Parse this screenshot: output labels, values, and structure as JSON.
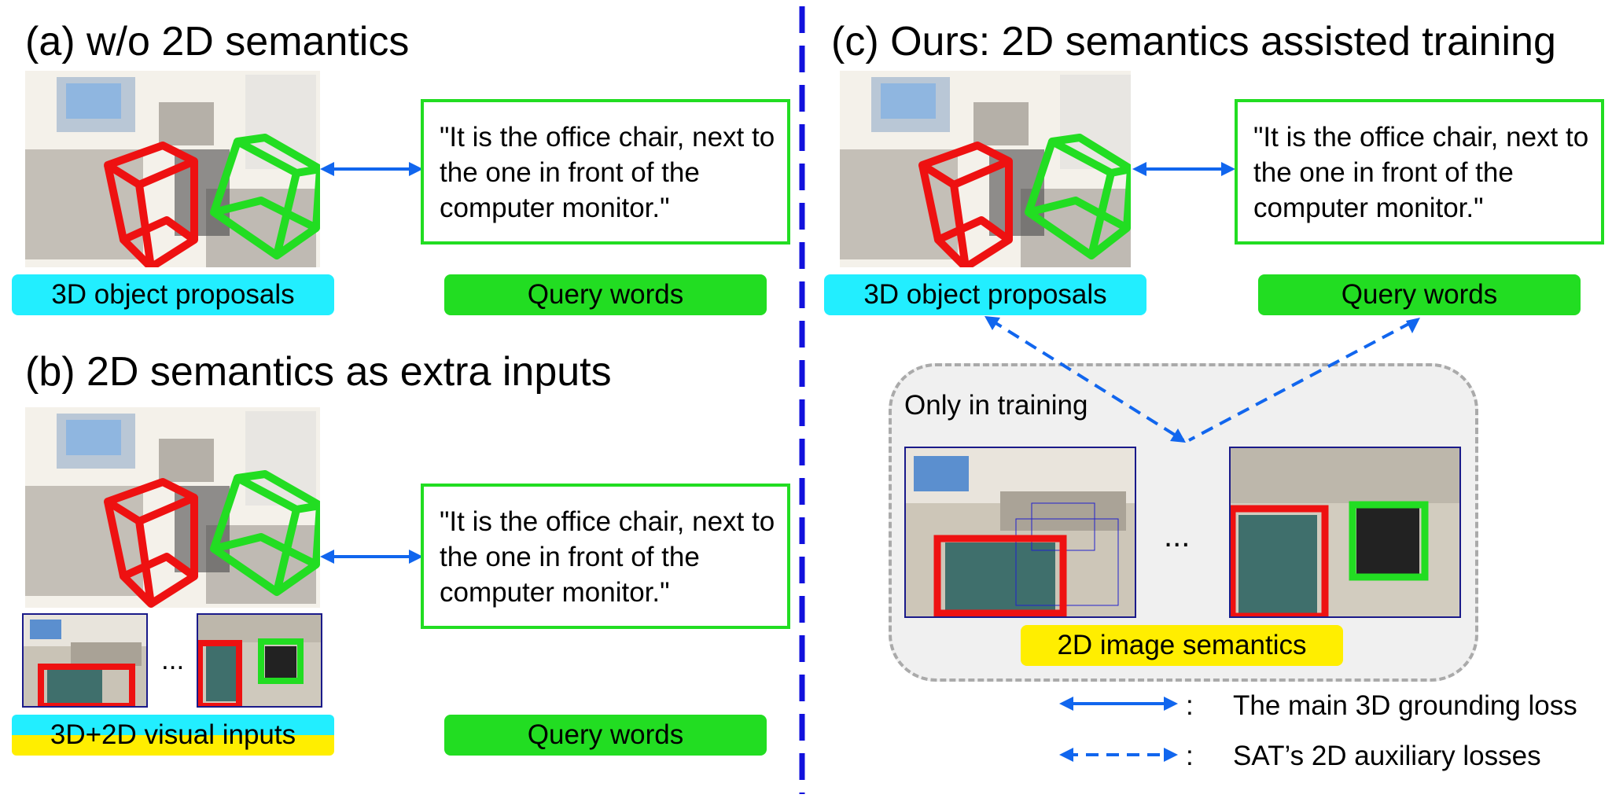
{
  "panel_a": {
    "title": "(a) w/o 2D semantics",
    "query_text": "\"It is the office chair, next to the one in front of the computer monitor.\"",
    "proposals_label": "3D object proposals",
    "query_label": "Query words"
  },
  "panel_b": {
    "title": "(b) 2D semantics as extra inputs",
    "query_text": "\"It is the office chair, next to the one in front of the computer monitor.\"",
    "ellipsis": "...",
    "inputs_label": "3D+2D visual inputs",
    "query_label": "Query words"
  },
  "panel_c": {
    "title": "(c) Ours: 2D semantics assisted training",
    "query_text": "\"It is the office chair, next to the one in front of the computer monitor.\"",
    "proposals_label": "3D object proposals",
    "query_label": "Query words",
    "training_label": "Only in training",
    "ellipsis": "...",
    "image_semantics_label": "2D image semantics"
  },
  "legend": {
    "solid_label": "The main 3D grounding loss",
    "dashed_label": "SAT’s 2D auxiliary losses",
    "separator": ":"
  },
  "colors": {
    "red_box": "#ee1111",
    "green_box": "#22dd22",
    "cyan_tag": "#22eeff",
    "green_tag": "#22dd22",
    "yellow_tag": "#ffee00",
    "arrow_blue": "#1166ee",
    "divider_blue": "#1111dd"
  }
}
